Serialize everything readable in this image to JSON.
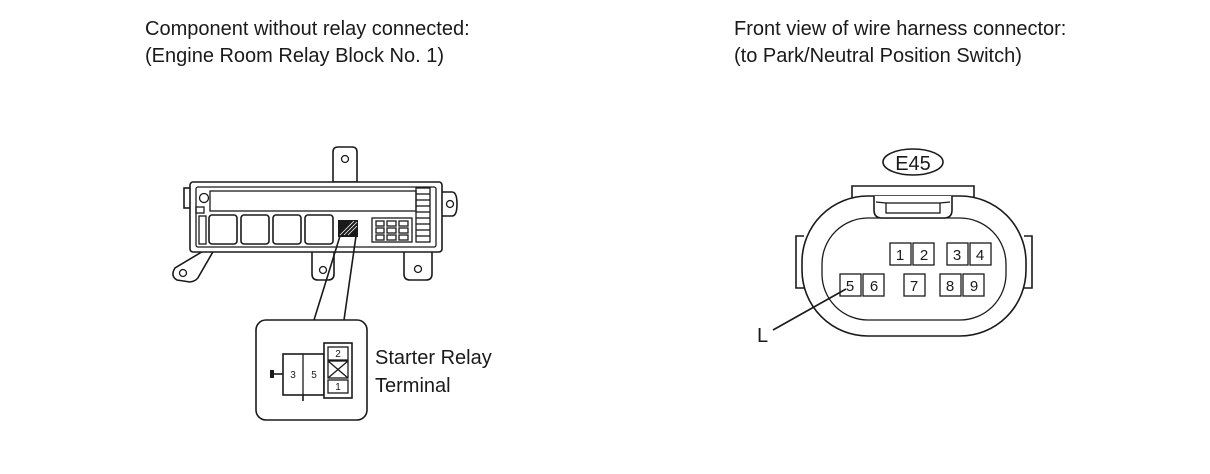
{
  "left_panel": {
    "caption_line1": "Component without relay connected:",
    "caption_line2": "(Engine Room Relay Block No. 1)",
    "relay_label_line1": "Starter Relay",
    "relay_label_line2": "Terminal",
    "relay_terminals": [
      "3",
      "5",
      "2",
      "1"
    ]
  },
  "right_panel": {
    "caption_line1": "Front view of wire harness connector:",
    "caption_line2": "(to Park/Neutral Position Switch)",
    "connector_id": "E45",
    "pins": [
      "1",
      "2",
      "3",
      "4",
      "5",
      "6",
      "7",
      "8",
      "9"
    ],
    "wire_color_label": "L"
  }
}
